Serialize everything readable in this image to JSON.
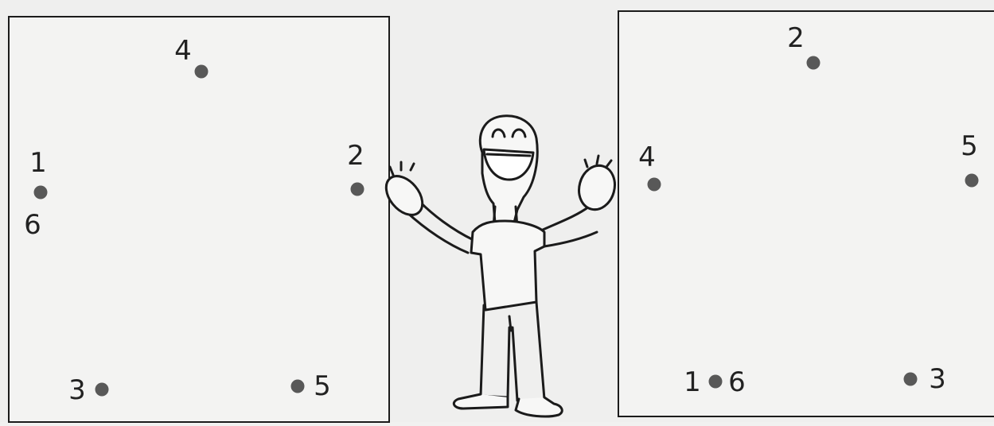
{
  "left_panel": {
    "points": [
      {
        "label": "4"
      },
      {
        "label": "1"
      },
      {
        "label": "6"
      },
      {
        "label": "2"
      },
      {
        "label": "3"
      },
      {
        "label": "5"
      }
    ]
  },
  "right_panel": {
    "points": [
      {
        "label": "2"
      },
      {
        "label": "4"
      },
      {
        "label": "5"
      },
      {
        "label": "1"
      },
      {
        "label": "6"
      },
      {
        "label": "3"
      }
    ]
  },
  "figure": {
    "icon": "cartoon-character-icon"
  },
  "colors": {
    "dot": "#585858",
    "ink": "#1b1b1b",
    "paper": "#f3f3f2"
  }
}
